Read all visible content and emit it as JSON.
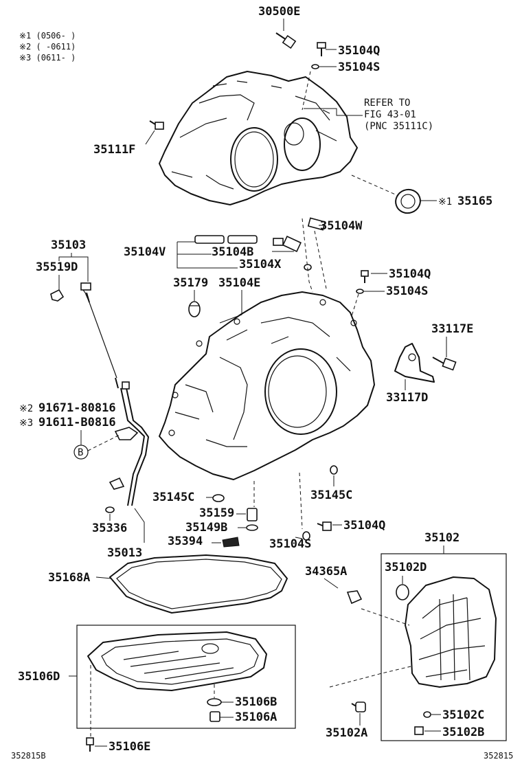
{
  "notes": [
    "※1 (0506-   )",
    "※2 (    -0611)",
    "※3 (0611-   )"
  ],
  "refer": [
    "REFER TO",
    "FIG 43-01",
    "(PNC 35111C)"
  ],
  "labels": {
    "p30500E": "30500E",
    "p35104Q_a": "35104Q",
    "p35104S_a": "35104S",
    "p35111F": "35111F",
    "p35165_mark": "※1",
    "p35165": "35165",
    "p35104W": "35104W",
    "p35103": "35103",
    "p35519D": "35519D",
    "p35104V": "35104V",
    "p35104B": "35104B",
    "p35104X": "35104X",
    "p35104Q_b": "35104Q",
    "p35104S_b": "35104S",
    "p35179": "35179",
    "p35104E": "35104E",
    "p33117E": "33117E",
    "p33117D": "33117D",
    "p91671_mark": "※2",
    "p91671": "91671-80816",
    "p91611_mark": "※3",
    "p91611": "91611-B0816",
    "pB": "B",
    "p35145C_a": "35145C",
    "p35145C_b": "35145C",
    "p35159": "35159",
    "p35149B": "35149B",
    "p35394": "35394",
    "p35104S_c": "35104S",
    "p35104Q_c": "35104Q",
    "p35336": "35336",
    "p35013": "35013",
    "p35102": "35102",
    "p35168A": "35168A",
    "p34365A": "34365A",
    "p35102D": "35102D",
    "p35106D": "35106D",
    "p35106B": "35106B",
    "p35106A": "35106A",
    "p35102C": "35102C",
    "p35102A": "35102A",
    "p35102B": "35102B",
    "p35106E": "35106E"
  },
  "footer": {
    "left_code": "352815B",
    "right_code": "352815"
  }
}
